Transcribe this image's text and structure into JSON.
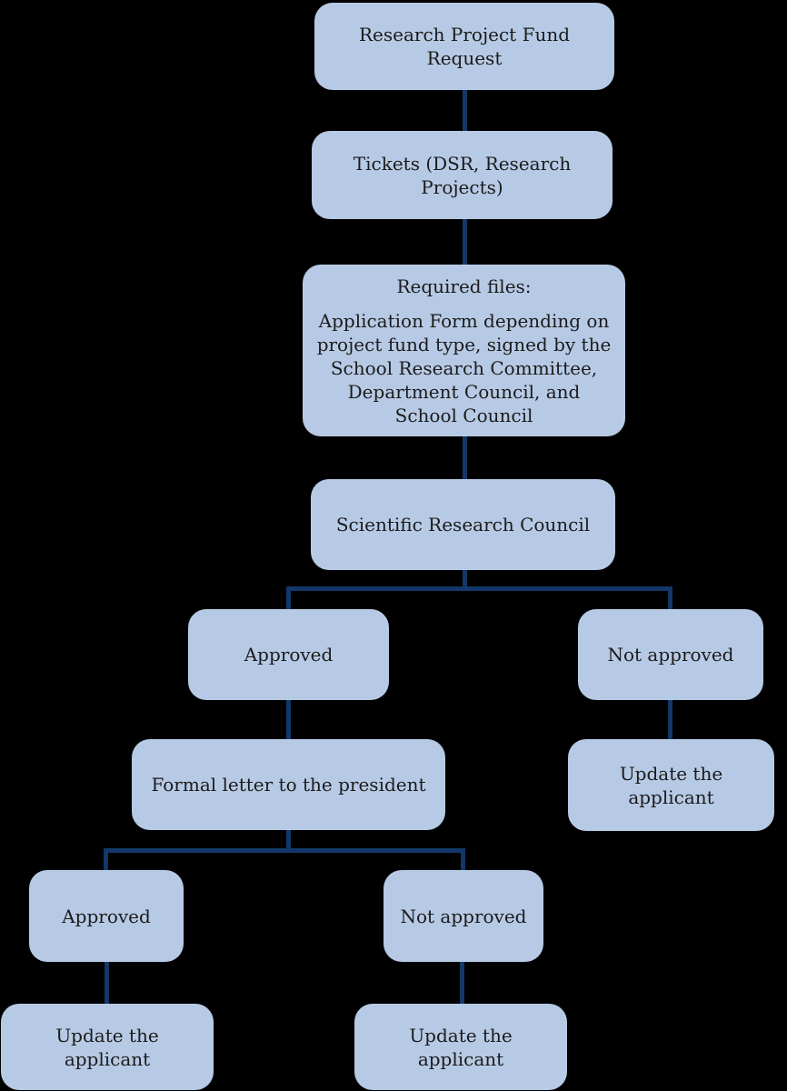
{
  "flowchart": {
    "colors": {
      "background": "#000000",
      "node_fill": "#b7cae5",
      "connector": "#133768",
      "text": "#1b1b1b"
    },
    "nodes": {
      "fund_request": {
        "label": "Research Project Fund Request"
      },
      "tickets": {
        "label": "Tickets (DSR, Research Projects)"
      },
      "required_files": {
        "title": "Required files:",
        "body": "Application Form depending on project fund type, signed by the School Research Committee, Department Council, and School Council"
      },
      "scientific_research_council": {
        "label": "Scientific Research Council"
      },
      "src_approved": {
        "label": "Approved"
      },
      "src_not_approved": {
        "label": "Not approved"
      },
      "formal_letter": {
        "label": "Formal letter to the president"
      },
      "update_applicant_not_approved": {
        "label": "Update the applicant"
      },
      "president_approved": {
        "label": "Approved"
      },
      "president_not_approved": {
        "label": "Not approved"
      },
      "update_applicant_president_approved": {
        "label": "Update the applicant"
      },
      "update_applicant_president_not_approved": {
        "label": "Update the applicant"
      }
    }
  }
}
